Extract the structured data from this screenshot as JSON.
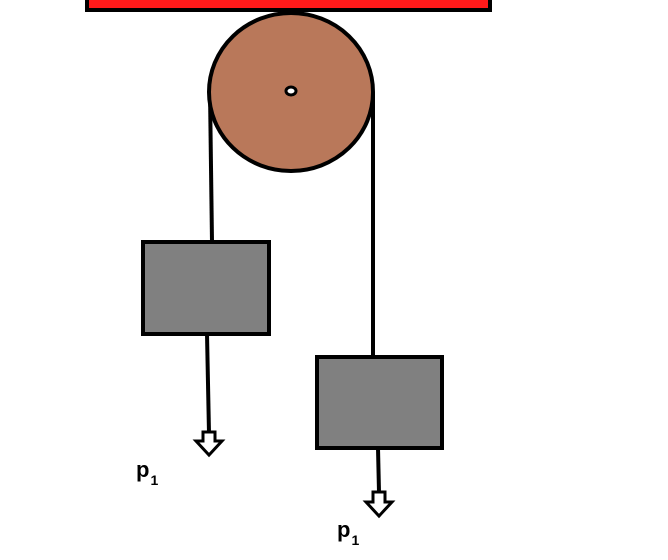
{
  "colors": {
    "ceiling": "#ff1a1a",
    "pulley": "#b9785a",
    "block": "#808080",
    "stroke": "#000000"
  },
  "labels": {
    "left_weight": {
      "symbol": "p",
      "subscript": "1"
    },
    "right_weight": {
      "symbol": "p",
      "subscript": "1"
    }
  }
}
